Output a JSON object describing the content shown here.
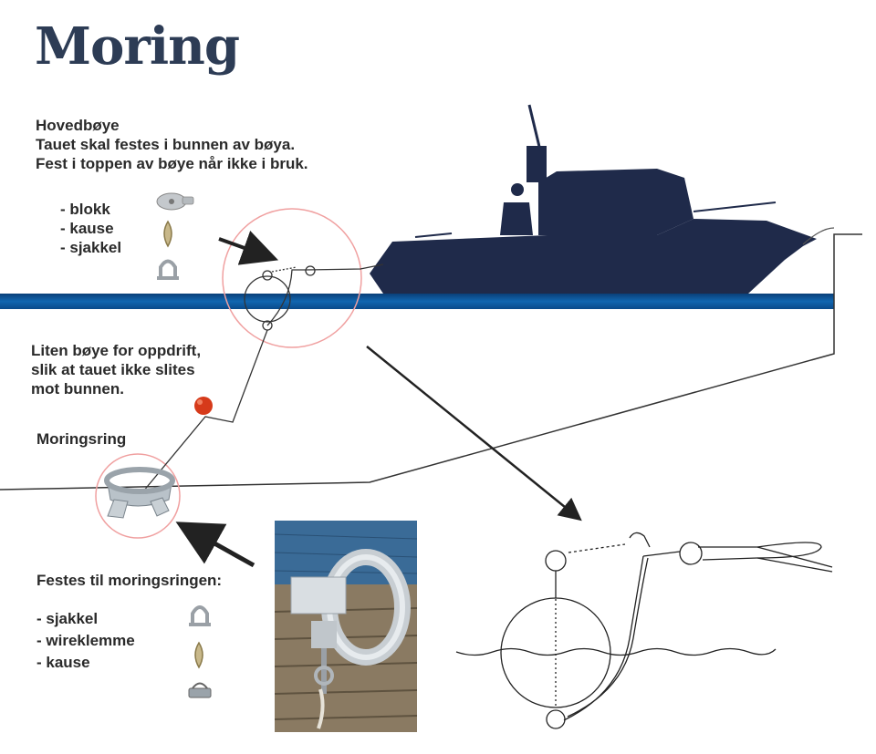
{
  "title": "Moring",
  "main_buoy": {
    "heading": "Hovedbøye",
    "line1": "Tauet skal festes i bunnen av bøya.",
    "line2": "Fest i toppen av bøye når ikke i bruk.",
    "items": [
      "- blokk",
      "- kause",
      "- sjakkel"
    ]
  },
  "small_buoy": {
    "line1": "Liten bøye for oppdrift,",
    "line2": "slik at tauet ikke slites",
    "line3": "mot bunnen."
  },
  "ring": {
    "label": "Moringsring"
  },
  "attach": {
    "heading": "Festes til moringsringen:",
    "items": [
      "- sjakkel",
      "- wireklemme",
      "- kause"
    ]
  },
  "icons": [
    "pulley-icon",
    "thimble-icon",
    "shackle-icon",
    "wire-clamp-icon"
  ],
  "colors": {
    "title": "#2d3c55",
    "water": "#0d4f8c",
    "boat": "#1f2a4a",
    "buoy": "#d63a1a",
    "highlight_circle": "#f0a0a0"
  }
}
